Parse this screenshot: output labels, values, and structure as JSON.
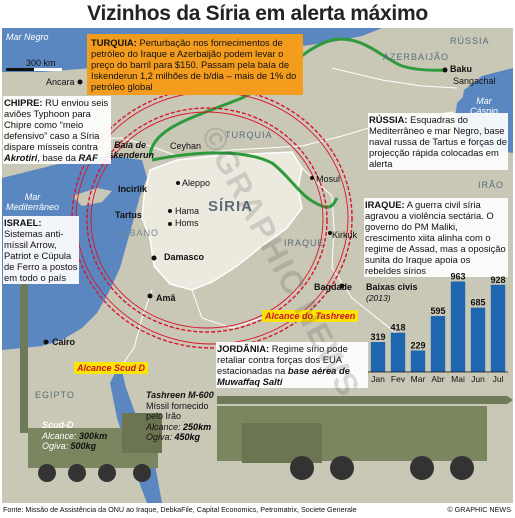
{
  "title": "Vizinhos da Síria em alerta máximo",
  "scale_label": "300 km",
  "seas": {
    "black_sea": "Mar Negro",
    "caspian": "Mar\nCáspio",
    "mediterranean": "Mar\nMediterrâneo"
  },
  "countries": {
    "russia": "RÚSSIA",
    "azerbaijan": "AZERBAIJÃO",
    "turkey": "TURQUIA",
    "syria": "SÍRIA",
    "lebanon": "LÍBANO",
    "iraq": "IRAQUE",
    "iran": "IRÃO",
    "egypt": "EGIPTO"
  },
  "cities": {
    "ancara": "Ancara",
    "baku": "Baku",
    "sangachal": "Sangachal",
    "iskenderun": "Baía de\nIskenderun",
    "ceyhan": "Ceyhan",
    "incirlik": "Incirlik",
    "aleppo": "Aleppo",
    "hama": "Hama",
    "homs": "Homs",
    "tartus": "Tartus",
    "damasco": "Damasco",
    "mosul": "Mosul",
    "kirkuk": "Kirkuk",
    "bagdade": "Bagdade",
    "ama": "Amã",
    "cairo": "Cairo"
  },
  "boxes": {
    "turquia": {
      "heading": "TURQUIA:",
      "text": "Perturbação nos fornecimentos de petróleo do Iraque e Azerbaijão podem levar o preço do barril para $150. Passam pela baía de Iskenderun 1,2 milhões de b/dia – mais de 1% do petróleo global"
    },
    "chipre": {
      "heading": "CHIPRE:",
      "text": "RU enviou seis aviões Typhoon para Chipre como “meio defensivo” caso a Síria dispare mísseis contra ",
      "place": "Akrotiri",
      "text2": ", base da ",
      "place2": "RAF"
    },
    "israel": {
      "heading": "ISRAEL:",
      "text": "Sistemas anti-míssil Arrow, Patriot e Cúpula de Ferro a postos em todo o país"
    },
    "russia": {
      "heading": "RÚSSIA:",
      "text": "Esquadras do Mediterrâneo e mar Negro, base naval russa de Tartus e forças de projecção rápida colocadas em alerta"
    },
    "iraque": {
      "heading": "IRAQUE:",
      "text": "A guerra civil síria agravou a violência sectária. O governo do PM Maliki, crescimento xiita alinha com o regime de Assad, mas a oposição sunita do Iraque apoia os rebeldes sírios"
    },
    "jordania": {
      "heading": "JORDÂNIA:",
      "text": "Regime sírio pode retaliar contra forças dos EUA estacionadas na ",
      "place": "base aérea de Muwaffaq Salti"
    }
  },
  "ranges": {
    "tashreen": "Alcance do Tashreen",
    "scud": "Alcance Scud D"
  },
  "missiles": {
    "scud": {
      "name": "Scud-D",
      "alcance_label": "Alcance:",
      "alcance": "300km",
      "ogiva_label": "Ogiva:",
      "ogiva": "500kg"
    },
    "tashreen": {
      "name": "Tashreen M-600",
      "desc": "Míssil fornecido pelo Irão",
      "alcance_label": "Alcance:",
      "alcance": "250km",
      "ogiva_label": "Ogiva:",
      "ogiva": "450kg"
    }
  },
  "chart_data": {
    "type": "bar",
    "title": "Baixas civis",
    "subtitle": "(2013)",
    "categories": [
      "Jan",
      "Fev",
      "Mar",
      "Abr",
      "Mai",
      "Jun",
      "Jul"
    ],
    "values": [
      319,
      418,
      229,
      595,
      963,
      685,
      928
    ],
    "ylim": [
      0,
      1000
    ]
  },
  "footer": "Fonte: Missão de Assistência da ONU ao Iraque, DebkaFile, Capital Economics, Petromatrix, Societe Generale",
  "credit": "© GRAPHIC NEWS",
  "watermark": "©GRAPHIC NEWS",
  "colors": {
    "sea": "#5a87c0",
    "land": "#c9c7b6",
    "syria": "#e8e6d8",
    "orange": "#f49c1d",
    "pipeline": "#2e9a3c",
    "range": "#d9132d",
    "bars": "#1f66b0",
    "highlight": "#ffe400"
  }
}
